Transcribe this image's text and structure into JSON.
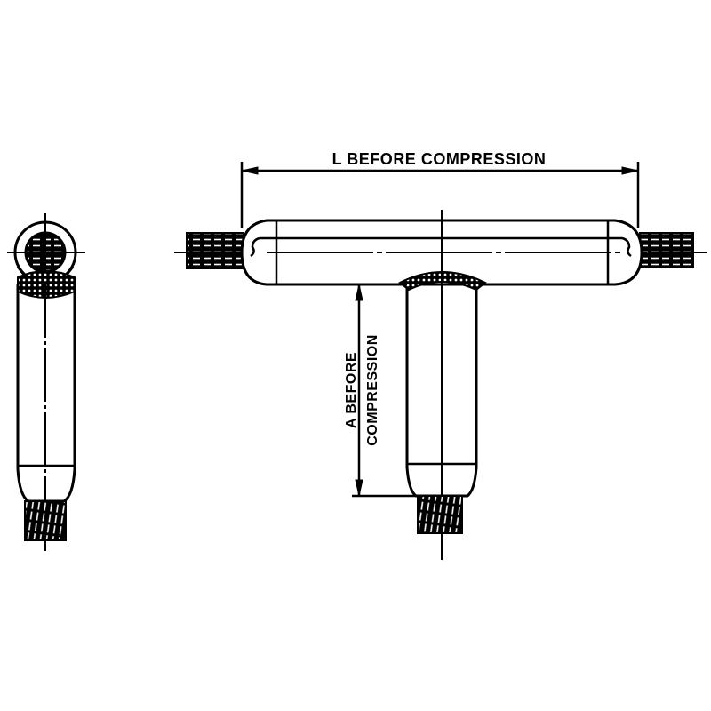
{
  "diagram": {
    "type": "technical-drawing",
    "subject": "T-tap compression connector (side and front views)",
    "colors": {
      "ink": "#000000",
      "paper": "#ffffff"
    },
    "labels": {
      "length_dimension": "L BEFORE COMPRESSION",
      "tap_dimension_line1": "A BEFORE",
      "tap_dimension_line2": "COMPRESSION"
    },
    "views": [
      {
        "name": "end-view",
        "description": "Cross-section of run conductor in sleeve with tap barrel below"
      },
      {
        "name": "front-view",
        "description": "Horizontal run sleeve with vertical tap barrel"
      }
    ]
  }
}
